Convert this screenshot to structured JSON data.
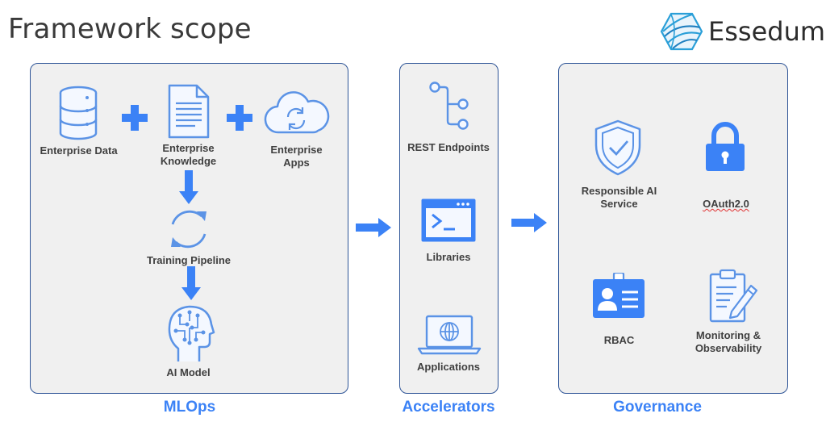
{
  "title": "Framework scope",
  "brand": {
    "name": "Essedum",
    "logo_icon": "essedum-logo-icon"
  },
  "colors": {
    "accent": "#3b82f6",
    "icon_blue": "#5b93e6",
    "panel_border": "#2f5597",
    "panel_bg": "#f0f0f0"
  },
  "mlops": {
    "label": "MLOps",
    "items": {
      "enterprise_data": "Enterprise Data",
      "enterprise_knowledge": "Enterprise\nKnowledge",
      "enterprise_apps": "Enterprise\nApps",
      "training_pipeline": "Training Pipeline",
      "ai_model": "AI Model"
    }
  },
  "accelerators": {
    "label": "Accelerators",
    "items": {
      "rest_endpoints": "REST Endpoints",
      "libraries": "Libraries",
      "applications": "Applications"
    }
  },
  "governance": {
    "label": "Governance",
    "items": {
      "responsible_ai": "Responsible AI\nService",
      "oauth": "OAuth2.0",
      "rbac": "RBAC",
      "monitoring": "Monitoring &\nObservability"
    }
  }
}
